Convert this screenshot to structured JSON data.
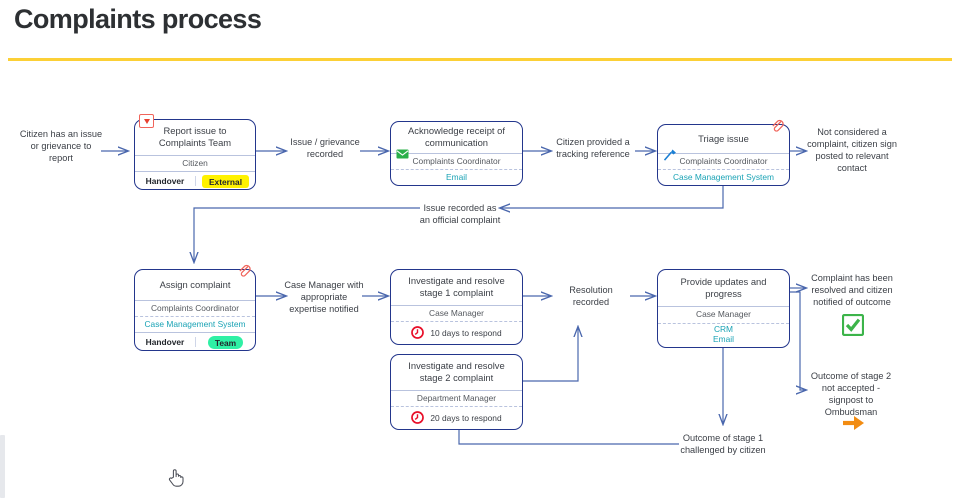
{
  "header": {
    "title": "Complaints process",
    "rule_color": "#fcd036"
  },
  "colors": {
    "node_border": "#23368c",
    "system_text": "#1aa3b5",
    "connector": "#4a67ad",
    "highlight_yellow": "#fff200",
    "highlight_green": "#2ff0a5",
    "alert_red": "#e8402f",
    "success_green": "#3cb44a",
    "ombudsman_orange": "#f28c12"
  },
  "nodes": [
    {
      "id": "report-issue",
      "title": "Report issue to Complaints Team",
      "role": "Citizen",
      "handover_label": "Handover",
      "handover_value": "External",
      "handover_style": "external",
      "icons": [
        "red-flag-icon"
      ]
    },
    {
      "id": "acknowledge-receipt",
      "title": "Acknowledge receipt of communication",
      "role": "Complaints Coordinator",
      "systems": [
        "Email"
      ],
      "icons": [
        "green-envelope-icon"
      ]
    },
    {
      "id": "triage-issue",
      "title": "Triage issue",
      "role": "Complaints Coordinator",
      "systems": [
        "Case Management System"
      ],
      "icons": [
        "blue-pin-icon",
        "red-paperclip-icon"
      ]
    },
    {
      "id": "assign-complaint",
      "title": "Assign complaint",
      "role": "Complaints Coordinator",
      "systems": [
        "Case Management System"
      ],
      "handover_label": "Handover",
      "handover_value": "Team",
      "handover_style": "team",
      "icons": [
        "red-paperclip-icon"
      ]
    },
    {
      "id": "investigate-stage-1",
      "title": "Investigate and resolve stage 1 complaint",
      "role": "Case Manager",
      "timer": "10 days to respond",
      "icons": [
        "red-clock-icon"
      ]
    },
    {
      "id": "investigate-stage-2",
      "title": "Investigate and resolve stage 2 complaint",
      "role": "Department Manager",
      "timer": "20 days to respond",
      "icons": [
        "red-clock-icon"
      ]
    },
    {
      "id": "provide-updates",
      "title": "Provide updates and progress",
      "role": "Case Manager",
      "systems": [
        "CRM",
        "Email"
      ]
    }
  ],
  "edge_labels": [
    {
      "id": "start-trigger",
      "text": "Citizen has an issue or grievance to report"
    },
    {
      "id": "issue-recorded",
      "text": "Issue / grievance recorded"
    },
    {
      "id": "tracking-reference",
      "text": "Citizen provided a tracking reference"
    },
    {
      "id": "not-a-complaint",
      "text": "Not considered a complaint, citizen sign posted to relevant contact"
    },
    {
      "id": "official-complaint",
      "text": "Issue recorded as an official complaint"
    },
    {
      "id": "case-manager-notified",
      "text": "Case Manager with appropriate expertise notified"
    },
    {
      "id": "resolution-recorded",
      "text": "Resolution recorded"
    },
    {
      "id": "complaint-resolved",
      "text": "Complaint has been resolved and citizen notified of outcome"
    },
    {
      "id": "stage-2-not-accepted",
      "text": "Outcome of stage 2 not accepted - signpost to Ombudsman"
    },
    {
      "id": "stage-1-challenged",
      "text": "Outcome of stage 1 challenged by citizen"
    }
  ],
  "end_glyphs": [
    {
      "id": "resolved-check",
      "icon": "green-check-icon"
    },
    {
      "id": "ombudsman-arrow",
      "icon": "orange-arrow-icon"
    }
  ],
  "cursor": {
    "icon": "pointing-hand-cursor"
  }
}
